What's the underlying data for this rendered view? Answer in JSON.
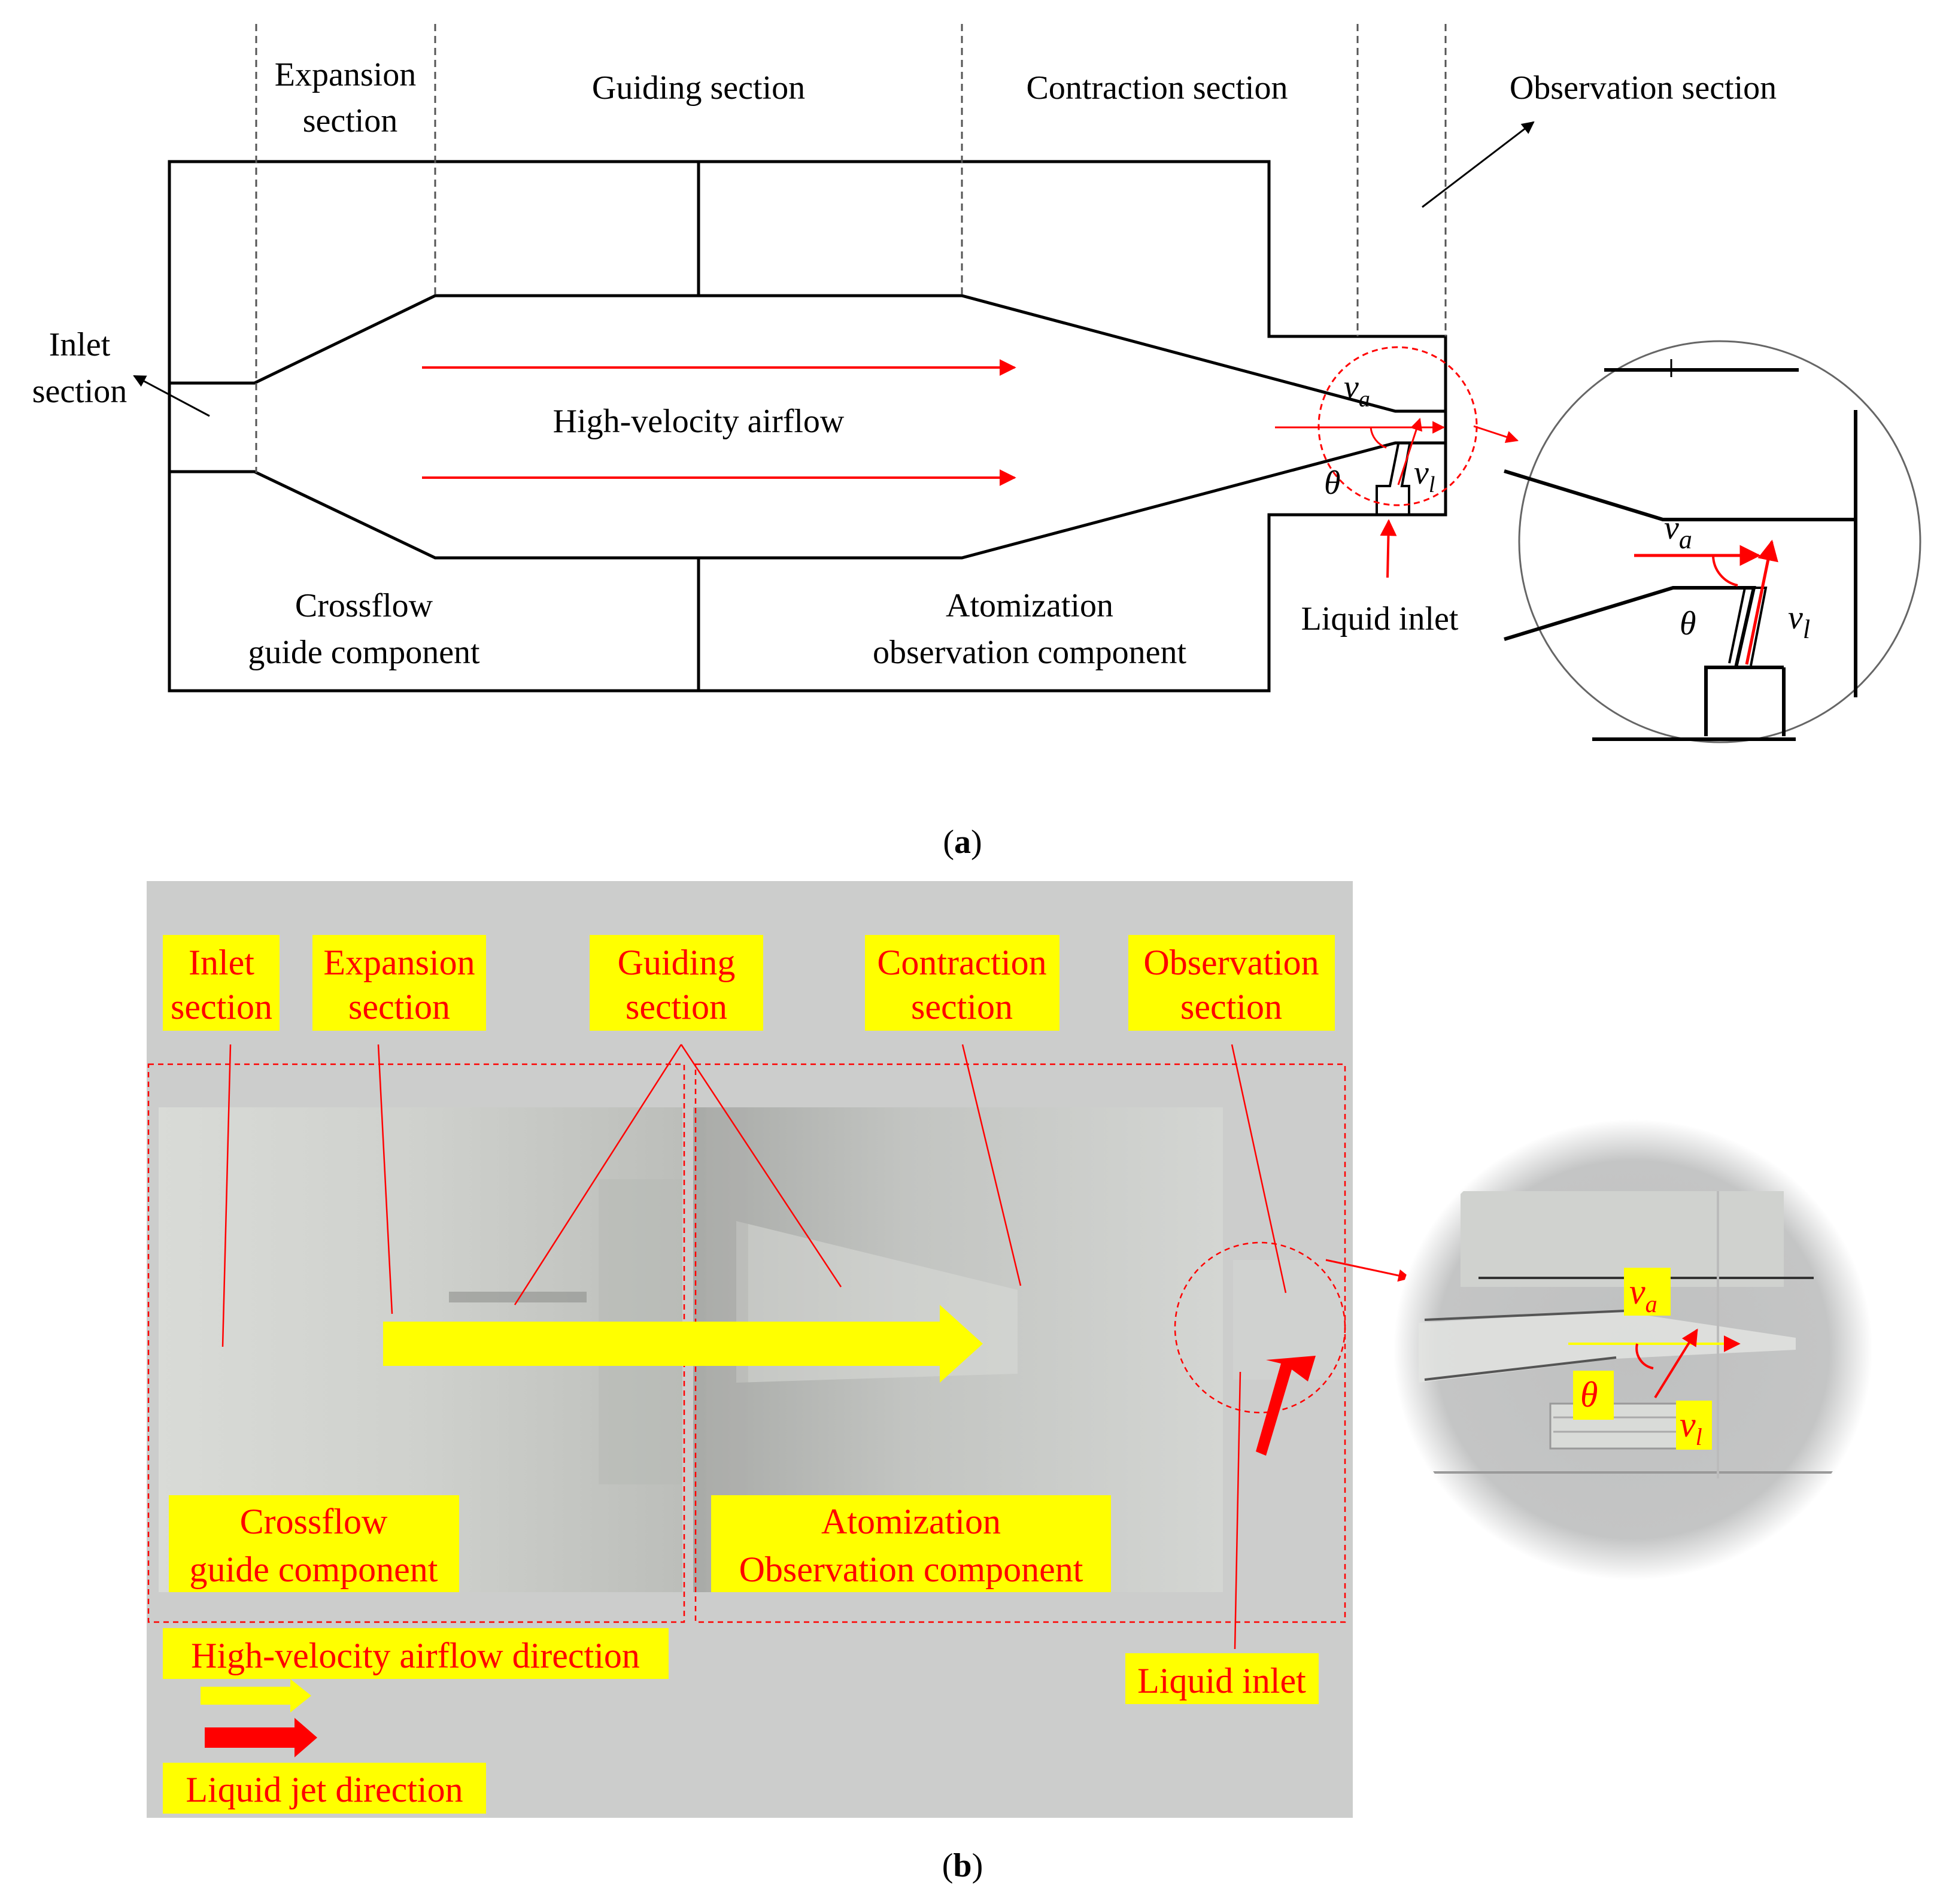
{
  "panel_a": {
    "labels": {
      "expansion_l1": "Expansion",
      "expansion_l2": "section",
      "guiding": "Guiding section",
      "contraction": "Contraction section",
      "observation": "Observation section",
      "inlet_l1": "Inlet",
      "inlet_l2": "section",
      "airflow": "High-velocity airflow",
      "crossflow_l1": "Crossflow",
      "crossflow_l2": "guide component",
      "atomization_l1": "Atomization",
      "atomization_l2": "observation component",
      "liquid_inlet": "Liquid inlet",
      "va": "v",
      "va_sub": "a",
      "vl": "v",
      "vl_sub": "l",
      "theta": "θ"
    },
    "caption_open": "(",
    "caption_letter": "a",
    "caption_close": ")"
  },
  "panel_b": {
    "labels": {
      "inlet_l1": "Inlet",
      "inlet_l2": "section",
      "expansion_l1": "Expansion",
      "expansion_l2": "section",
      "guiding_l1": "Guiding",
      "guiding_l2": "section",
      "contraction_l1": "Contraction",
      "contraction_l2": "section",
      "observation_l1": "Observation",
      "observation_l2": "section",
      "crossflow_l1": "Crossflow",
      "crossflow_l2": "guide component",
      "atomization_l1": "Atomization",
      "atomization_l2": "Observation component",
      "liquid_inlet": "Liquid inlet",
      "legend_air": "High-velocity airflow direction",
      "legend_jet": "Liquid jet direction",
      "va": "v",
      "va_sub": "a",
      "vl": "v",
      "vl_sub": "l",
      "theta": "θ"
    },
    "caption_open": "(",
    "caption_letter": "b",
    "caption_close": ")"
  },
  "colors": {
    "line": "#000000",
    "red": "#ff0000",
    "yellow": "#ffff00",
    "photo_bg": "#c8c9c9"
  }
}
